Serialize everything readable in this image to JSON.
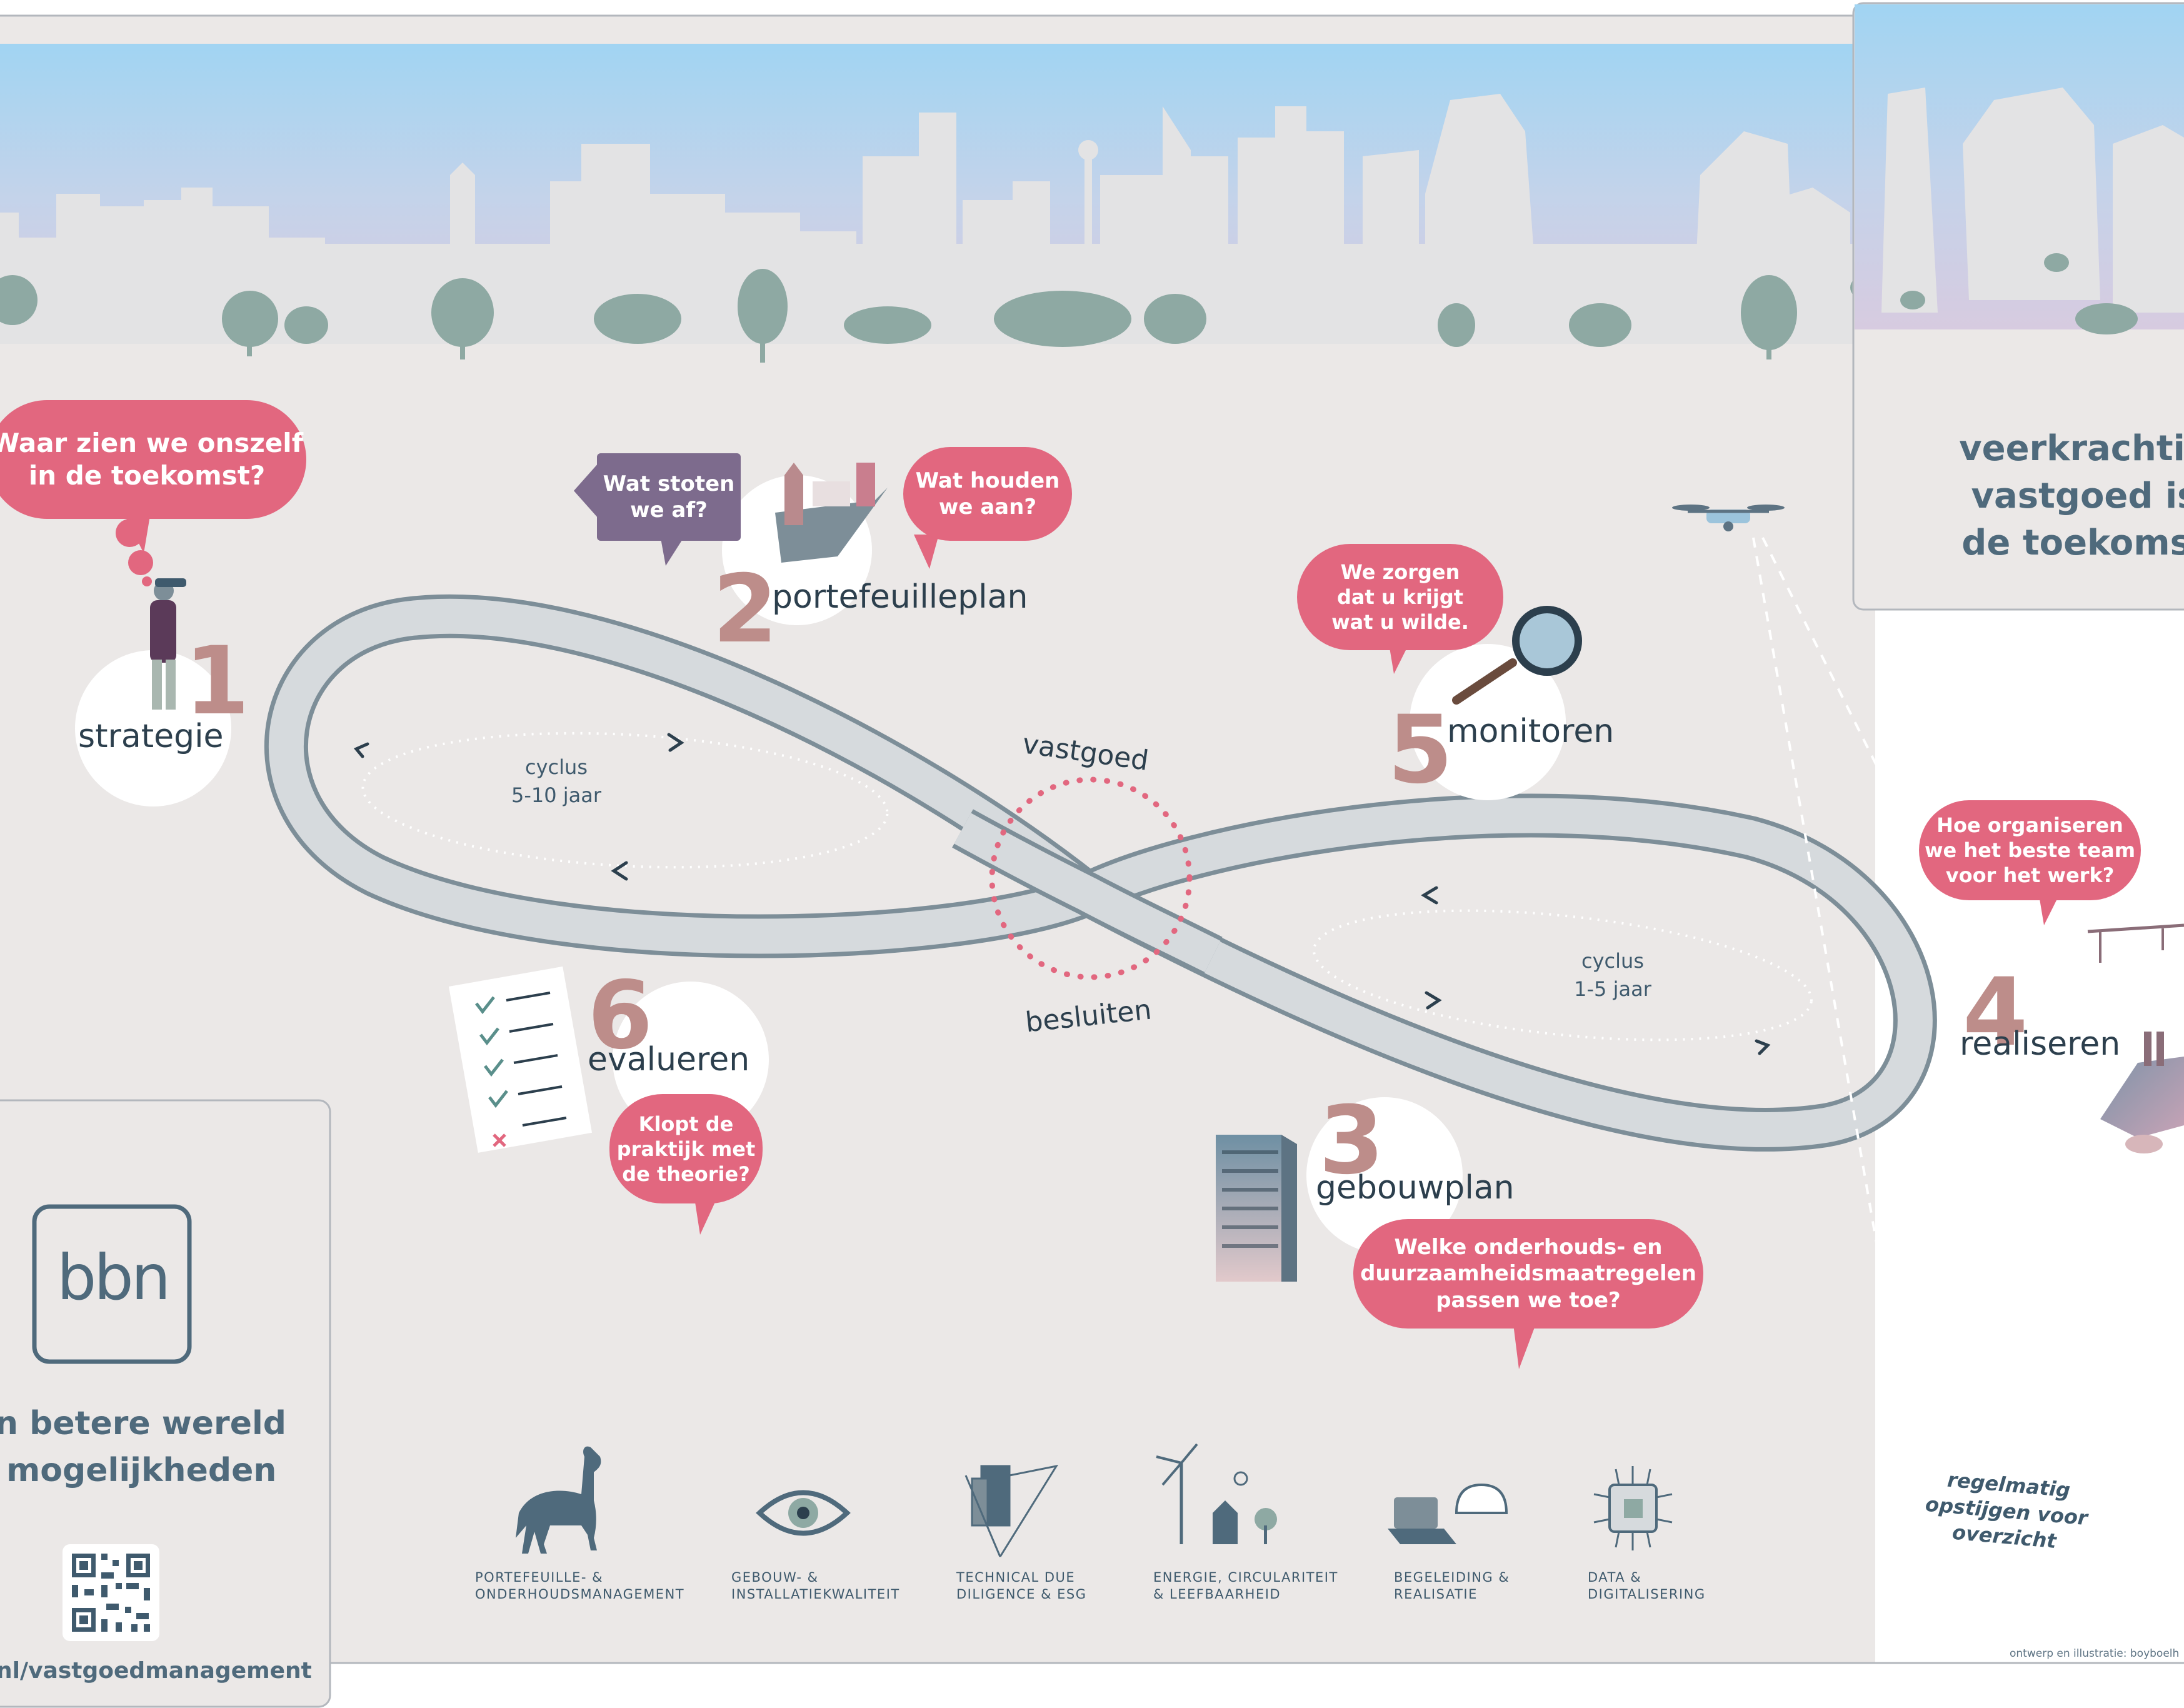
{
  "colors": {
    "background": "#ebe8e7",
    "sky_top": "#a1d4f2",
    "sky_bottom": "#cec4dd",
    "skyline": "#e2e2e3",
    "greenery": "#8ea9a3",
    "accent_pink": "#e2677f",
    "accent_purple": "#7d6b8d",
    "step_number": "#bd8d8a",
    "text_dark": "#2c3f4d",
    "road": "#d6dadd",
    "road_edge": "#7d8e98"
  },
  "header": {
    "title_lines": [
      "veerkrachtig",
      "vastgoed is",
      "de toekomst"
    ]
  },
  "questions": {
    "q1": [
      "Waar zien we onszelf",
      "in de toekomst?"
    ],
    "q2a": [
      "Wat stoten",
      "we af?"
    ],
    "q2b": [
      "Wat houden",
      "we aan?"
    ],
    "q5": [
      "We zorgen",
      "dat u krijgt",
      "wat u wilde."
    ],
    "q4": [
      "Hoe organiseren",
      "we het beste team",
      "voor het werk?"
    ],
    "q6": [
      "Klopt de",
      "praktijk met",
      "de theorie?"
    ],
    "q3": [
      "Welke onderhouds- en",
      "duurzaamheidsmaatregelen",
      "passen we toe?"
    ]
  },
  "steps": [
    {
      "number": "1",
      "label": "strategie"
    },
    {
      "number": "2",
      "label": "portefeuilleplan"
    },
    {
      "number": "3",
      "label": "gebouwplan"
    },
    {
      "number": "4",
      "label": "realiseren"
    },
    {
      "number": "5",
      "label": "monitoren"
    },
    {
      "number": "6",
      "label": "evalueren"
    }
  ],
  "cycles": {
    "left": [
      "cyclus",
      "5-10 jaar"
    ],
    "right": [
      "cyclus",
      "1-5 jaar"
    ]
  },
  "center": {
    "top": "vastgoed",
    "bottom": "besluiten"
  },
  "drone_note": [
    "regelmatig",
    "opstijgen voor",
    "overzicht"
  ],
  "brand": {
    "logo": "bbn",
    "tagline_lines": [
      "n betere wereld",
      " mogelijkheden"
    ],
    "url": "nl/vastgoedmanagement"
  },
  "categories": [
    {
      "icon": "horse-icon",
      "label": [
        "PORTEFEUILLE- &",
        "ONDERHOUDSMANAGEMENT"
      ]
    },
    {
      "icon": "eye-icon",
      "label": [
        "GEBOUW- &",
        "INSTALLATIEKWALITEIT"
      ]
    },
    {
      "icon": "building-blocks-icon",
      "label": [
        "TECHNICAL DUE",
        "DILIGENCE & ESG"
      ]
    },
    {
      "icon": "wind-turbine-icon",
      "label": [
        "ENERGIE, CIRCULARITEIT",
        "& LEEFBAARHEID"
      ]
    },
    {
      "icon": "laptop-helmet-icon",
      "label": [
        "BEGELEIDING &",
        "REALISATIE"
      ]
    },
    {
      "icon": "chip-icon",
      "label": [
        "DATA &",
        "DIGITALISERING"
      ]
    }
  ],
  "credit": "ontwerp en illustratie: boyboelh"
}
